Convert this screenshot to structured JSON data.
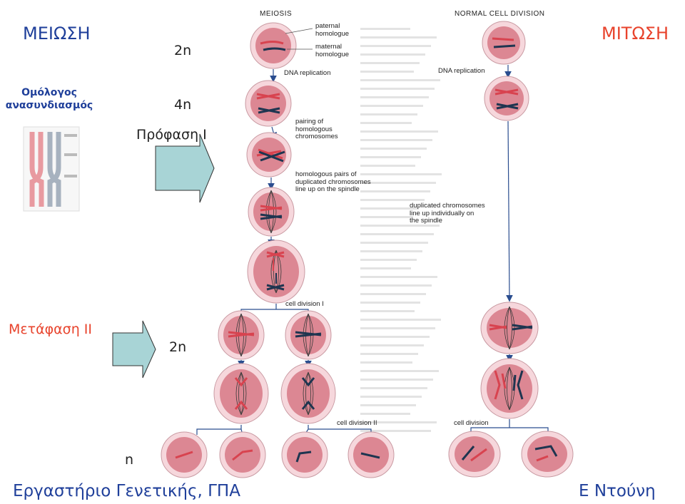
{
  "slide": {
    "title_left": "ΜΕΙΩΣΗ",
    "title_right": "ΜΙΤΩΣΗ",
    "side_note_line1": "Ομόλογος",
    "side_note_line2": "ανασυνδιασμός",
    "ploidy_2n_top": "2n",
    "ploidy_4n": "4n",
    "prophase_label": "Πρόφαση Ι",
    "metaphase_label": "Μετάφαση ΙΙ",
    "ploidy_2n_mid": "2n",
    "ploidy_n": "n",
    "footer_left": "Εργαστήριο Γενετικής, ΓΠΑ",
    "footer_right": "Ε Ντούνη"
  },
  "diagram": {
    "meiosis_heading": "MEIOSIS",
    "mitosis_heading": "NORMAL CELL DIVISION",
    "paternal_1": "paternal",
    "paternal_2": "homologue",
    "maternal_1": "maternal",
    "maternal_2": "homologue",
    "dna_rep_meiosis": "DNA replication",
    "dna_rep_mitosis": "DNA replication",
    "pairing_1": "pairing of",
    "pairing_2": "homologous",
    "pairing_3": "chromosomes",
    "pairs_1": "homologous pairs of",
    "pairs_2": "duplicated chromosomes",
    "pairs_3": "line up on the spindle",
    "individ_1": "duplicated chromosomes",
    "individ_2": "line up individually on",
    "individ_3": "the spindle",
    "cell_div_1": "cell division I",
    "cell_div_2": "cell division II",
    "cell_div": "cell division"
  },
  "colors": {
    "title_blue": "#1f3f9a",
    "title_red": "#e8432c",
    "cell_fill": "#dc8793",
    "cell_ring": "#f6d7dc",
    "chrom_red": "#d8434f",
    "chrom_navy": "#1e3550",
    "arrow_fill": "#a8d4d6"
  }
}
